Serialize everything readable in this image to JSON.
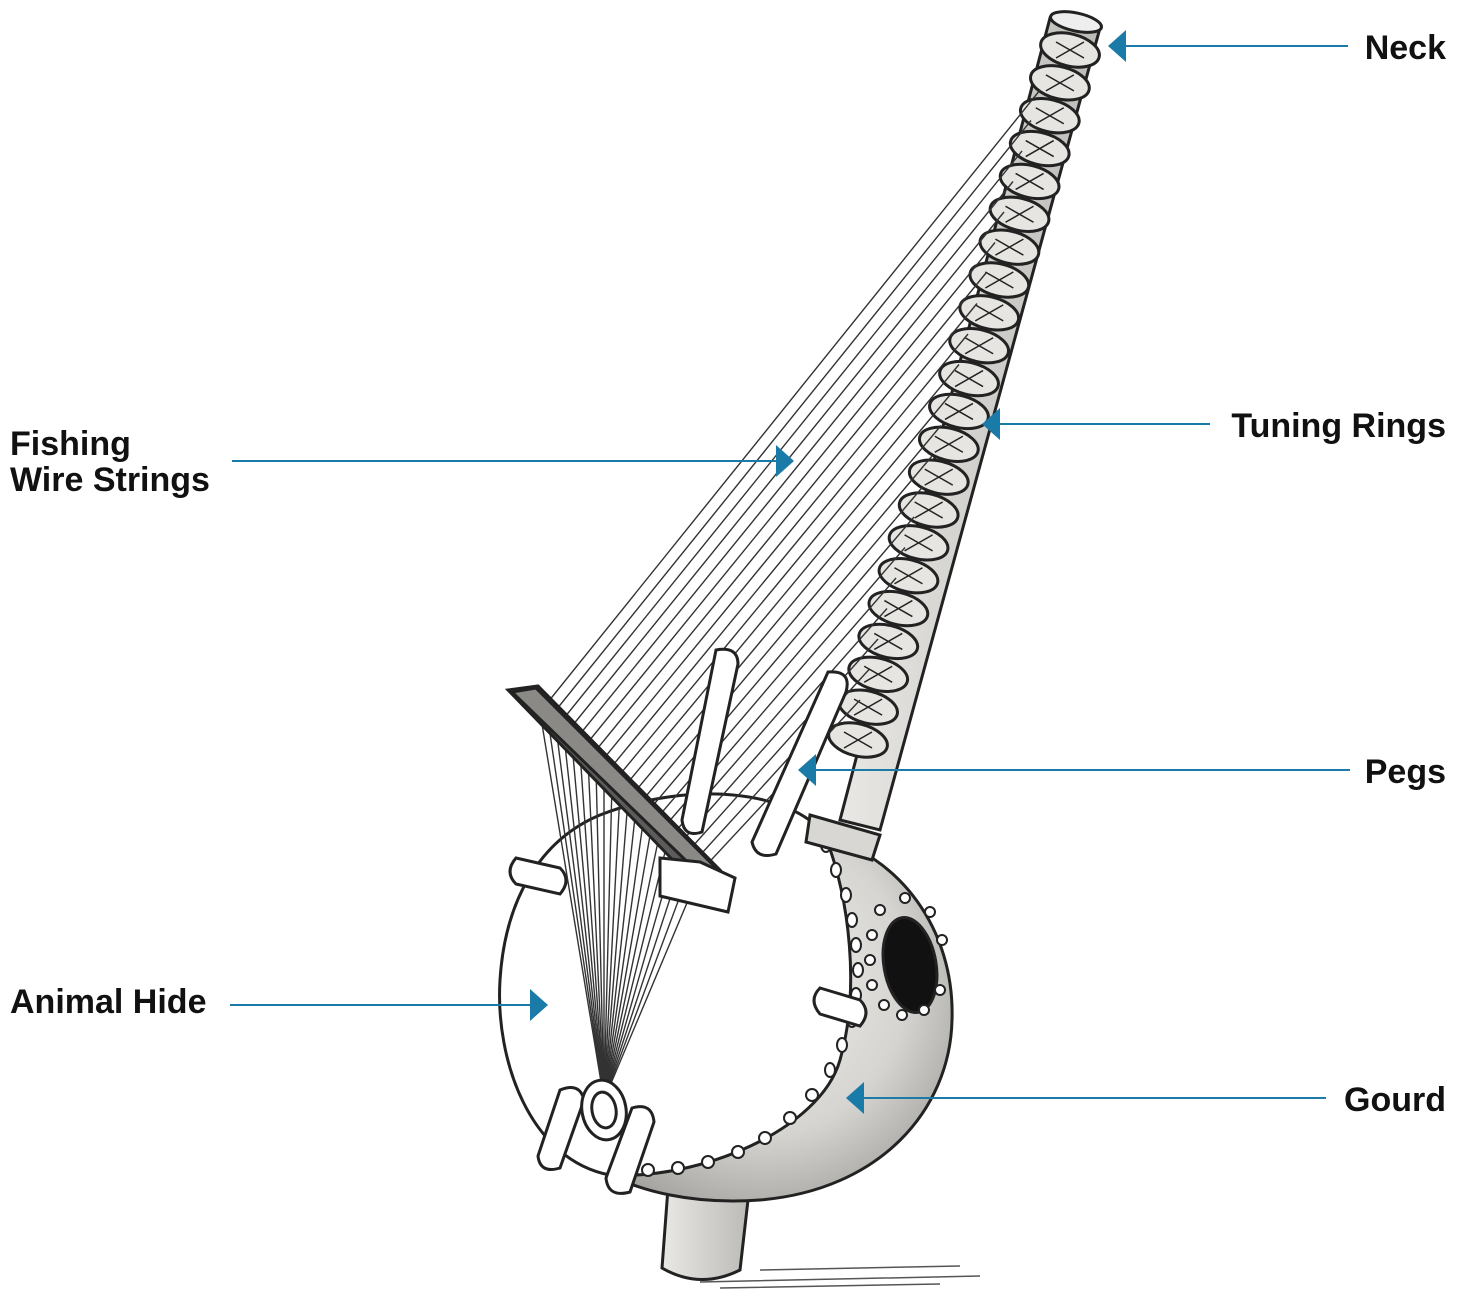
{
  "diagram": {
    "accent_color": "#1a7aa8",
    "ink_color": "#111111",
    "gourd_color": "#d8d6d2",
    "labels": {
      "neck": "Neck",
      "tuning_rings": "Tuning Rings",
      "pegs": "Pegs",
      "gourd": "Gourd",
      "fishing_line1": "Fishing",
      "fishing_line2": "Wire Strings",
      "animal_hide": "Animal Hide"
    }
  }
}
